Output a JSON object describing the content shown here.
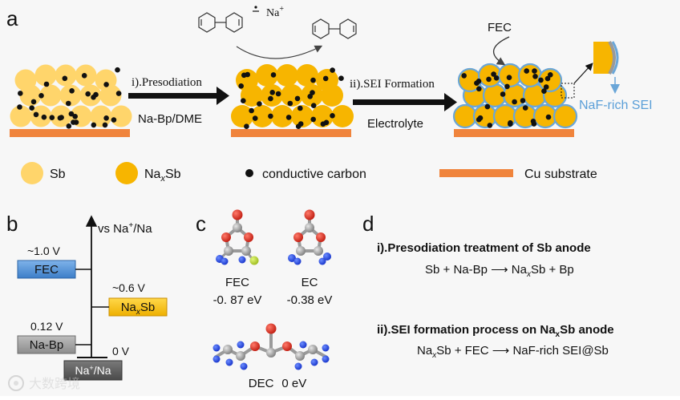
{
  "panels": {
    "a": "a",
    "b": "b",
    "c": "c",
    "d": "d"
  },
  "panel_a": {
    "step1_label": "i).Presodiation",
    "step1_sub": "Na-Bp/DME",
    "step2_label": "ii).SEI Formation",
    "step2_sub": "Electrolyte",
    "fec_label": "FEC",
    "na_ion": "Na",
    "na_ion_sup": "+",
    "nafsei_label": "NaF-rich SEI",
    "legend": {
      "sb": "Sb",
      "naxsb_base": "Na",
      "naxsb_sub": "x",
      "naxsb_tail": "Sb",
      "carbon": "conductive carbon",
      "cu": "Cu substrate"
    }
  },
  "panel_b": {
    "axis_label_pre": "vs Na",
    "axis_label_sup": "+",
    "axis_label_post": "/Na",
    "levels": [
      {
        "name": "FEC",
        "value": "~1.0 V"
      },
      {
        "name_base": "Na",
        "name_sub": "x",
        "name_tail": "Sb",
        "value": "~0.6 V"
      },
      {
        "name": "Na-Bp",
        "value": "0.12 V"
      },
      {
        "name_pre": "Na",
        "name_sup": "+",
        "name_post": "/Na",
        "value": "0 V"
      }
    ]
  },
  "panel_c": {
    "molecules": [
      {
        "name": "FEC",
        "energy": "-0. 87 eV"
      },
      {
        "name": "EC",
        "energy": "-0.38 eV"
      },
      {
        "name": "DEC",
        "energy": "0 eV"
      }
    ]
  },
  "panel_d": {
    "title1": "i).Presodiation treatment of Sb anode",
    "eq1_a": "Sb + Na-Bp ⟶ Na",
    "eq1_sub": "x",
    "eq1_b": "Sb + Bp",
    "title2_a": "ii).SEI formation process on Na",
    "title2_sub": "x",
    "title2_b": "Sb anode",
    "eq2_a": "Na",
    "eq2_sub": "x",
    "eq2_b": "Sb + FEC ⟶ NaF-rich SEI@Sb"
  },
  "watermark": "大数跨境",
  "colors": {
    "sb": "#ffd56b",
    "naxsb": "#f7b500",
    "carbon": "#111111",
    "cu": "#f0843c",
    "sei": "#6aa6d8",
    "fec_box": "#4f8fd4",
    "naxsb_box": "#f5c000",
    "nabp_box": "#9a9a9a",
    "ref_box": "#555555"
  }
}
